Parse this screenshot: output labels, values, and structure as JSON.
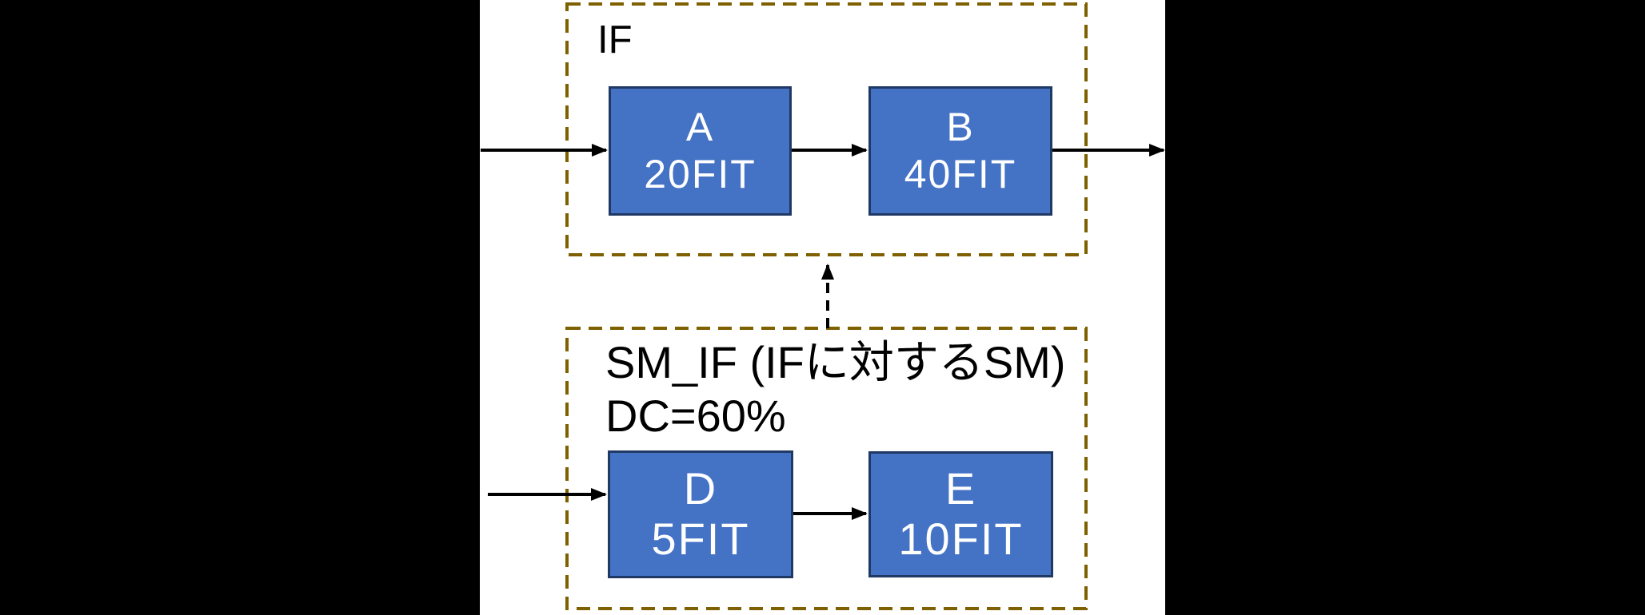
{
  "colors": {
    "canvas_bg": "#000000",
    "content_bg": "#ffffff",
    "dashed_border": "#7F6000",
    "arrow_color": "#000000",
    "box_fill": "#4472C4",
    "box_border": "#203864",
    "box_text": "#ffffff",
    "label_text": "#000000"
  },
  "if_group": {
    "label": "IF",
    "blocks": [
      {
        "name": "A",
        "fit": "20FIT"
      },
      {
        "name": "B",
        "fit": "40FIT"
      }
    ]
  },
  "sm_group": {
    "label_line1": "SM_IF (IFに対するSM)",
    "label_line2": "DC=60%",
    "blocks": [
      {
        "name": "D",
        "fit": "5FIT"
      },
      {
        "name": "E",
        "fit": "10FIT"
      }
    ]
  }
}
